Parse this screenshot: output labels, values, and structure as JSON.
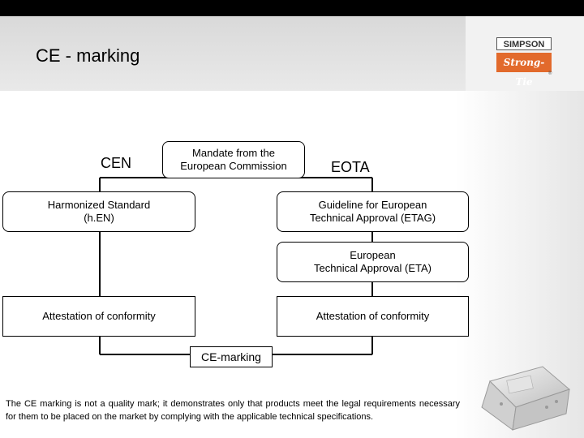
{
  "slide": {
    "title": "CE - marking",
    "logo_top": "SIMPSON",
    "logo_bottom": "Strong-Tie",
    "logo_mark": "®"
  },
  "diagram": {
    "cen": "CEN",
    "eota": "EOTA",
    "mandate": [
      "Mandate from the",
      "European Commission"
    ],
    "harmonized": [
      "Harmonized Standard",
      "(h.EN)"
    ],
    "guideline": [
      "Guideline for European",
      "Technical Approval (ETAG)"
    ],
    "eta": [
      "European",
      "Technical Approval (ETA)"
    ],
    "attestation_left": "Attestation of conformity",
    "attestation_right": "Attestation of conformity",
    "ce_marking": "CE-marking"
  },
  "footnote": "The CE marking is not a quality mark; it demonstrates only that products meet the legal requirements necessary for them to be placed on the market by complying with the applicable technical specifications."
}
